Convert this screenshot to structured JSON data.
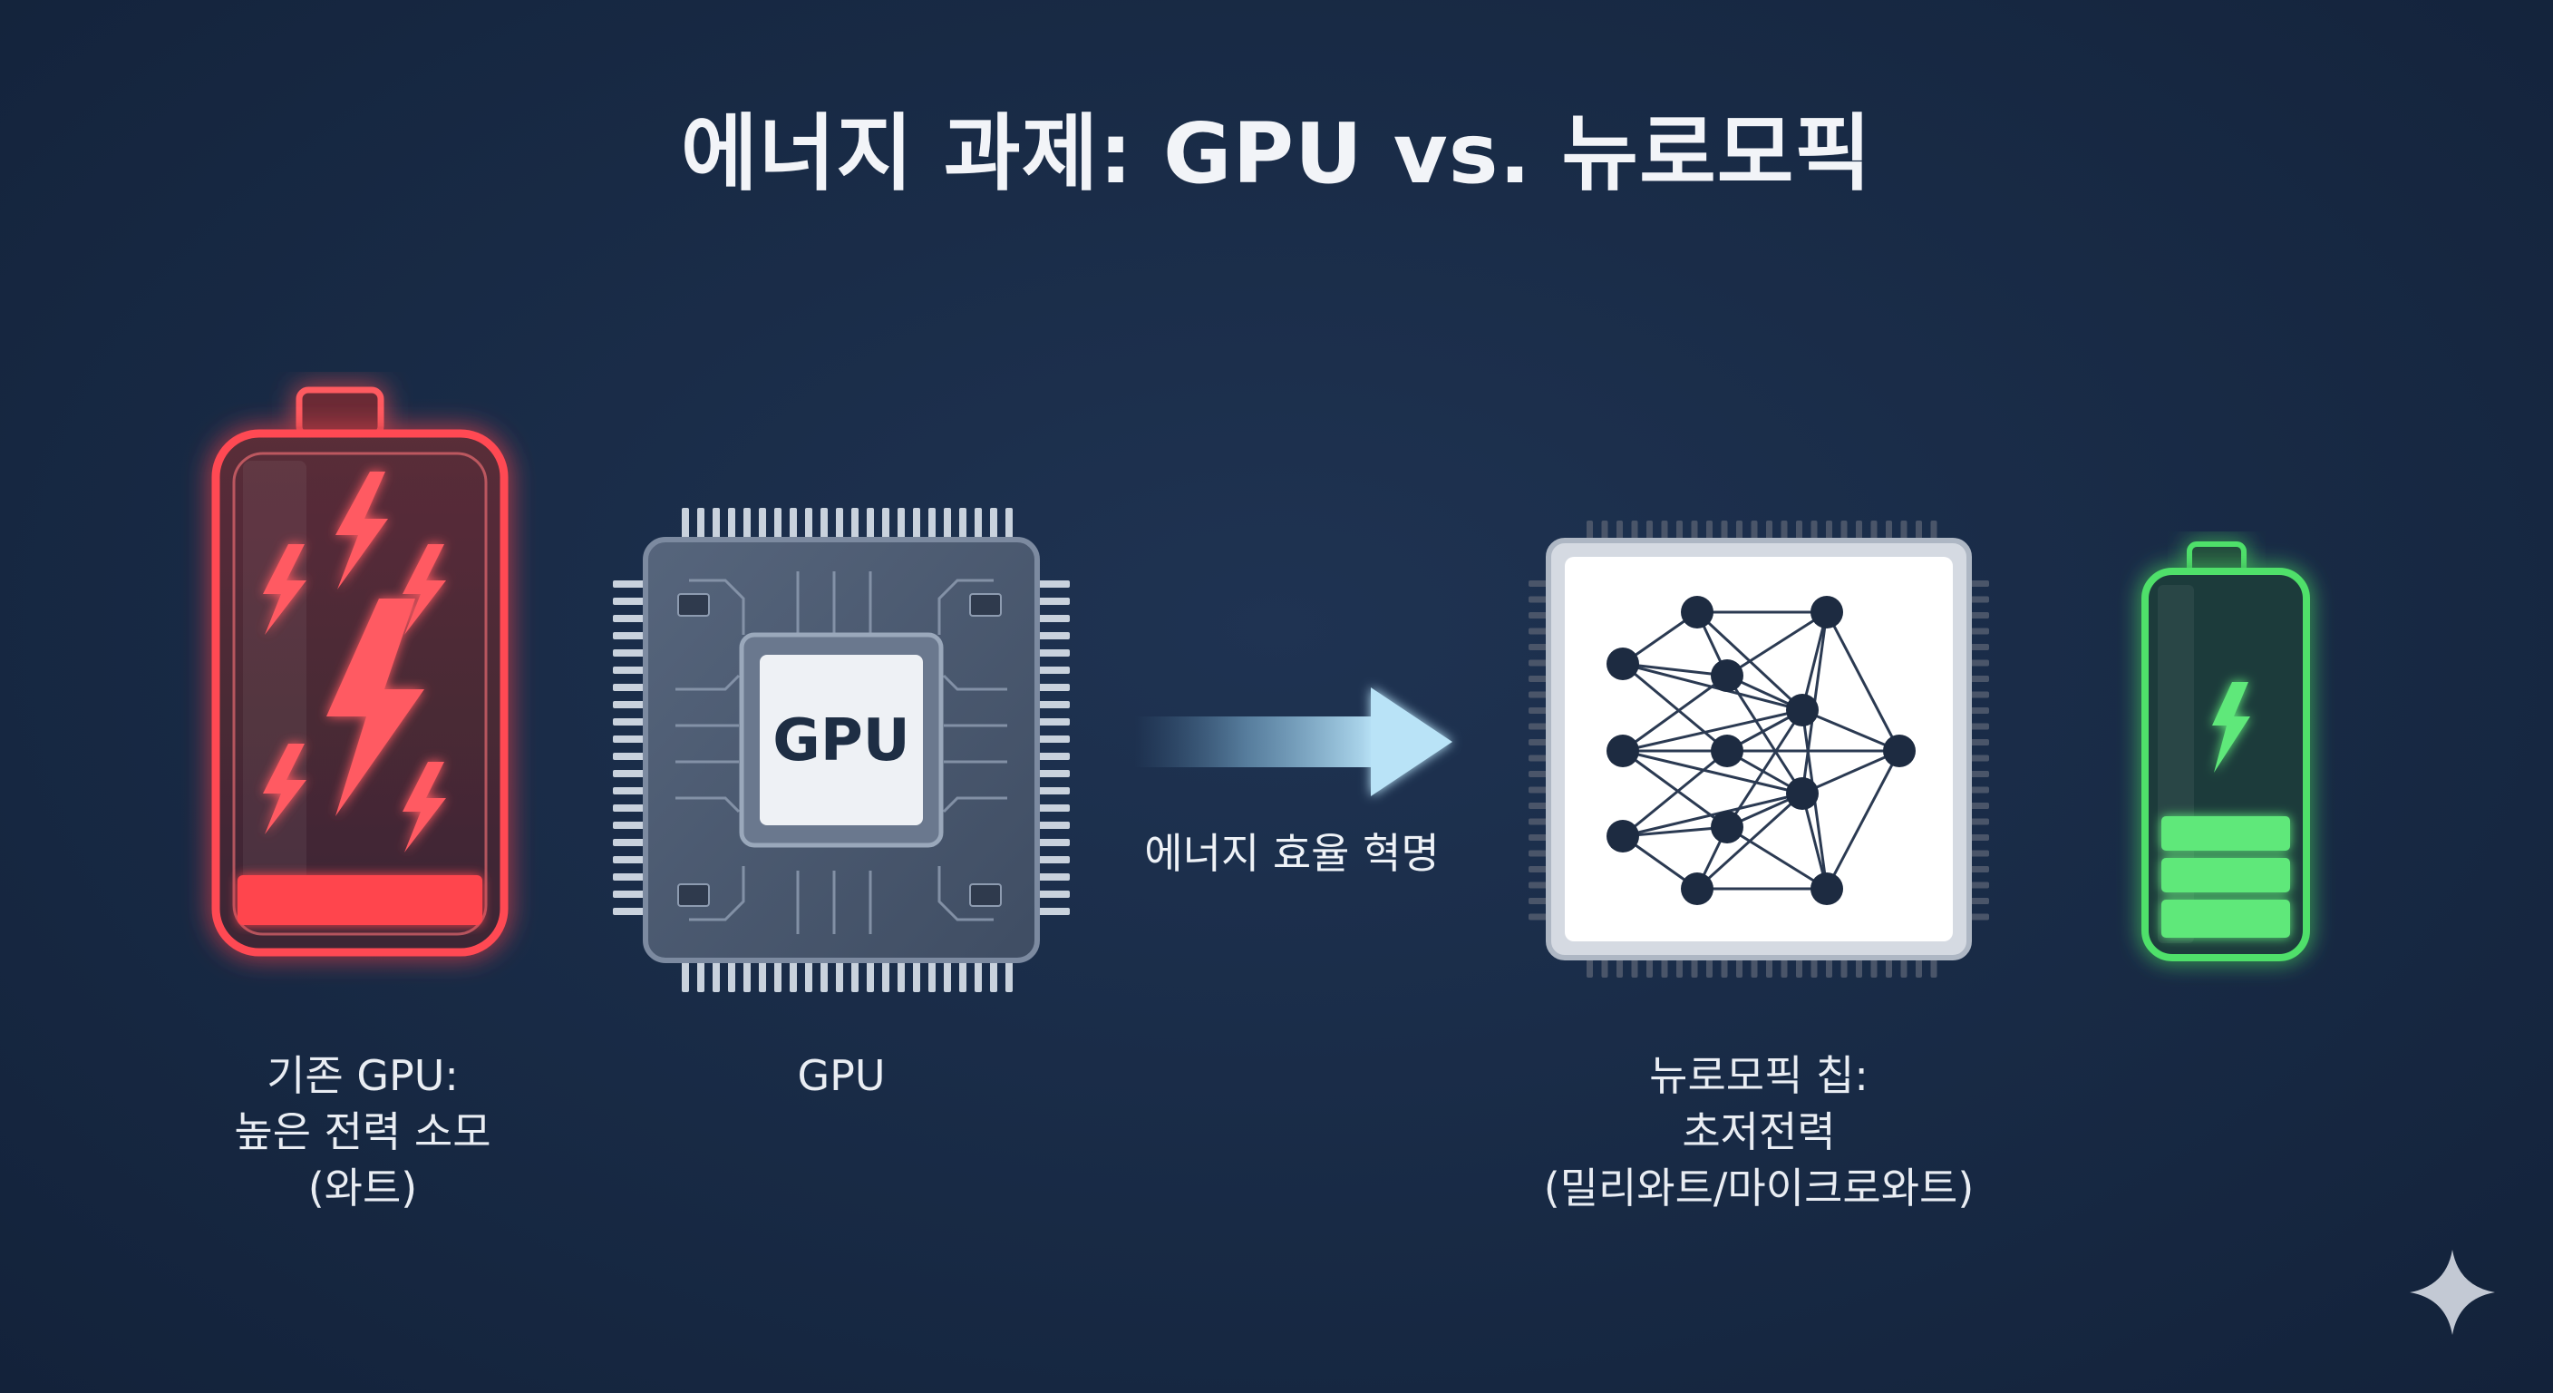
{
  "title": "에너지 과제: GPU vs. 뉴로모픽",
  "gpu_chip": {
    "label": "GPU"
  },
  "arrow": {
    "label": "에너지 효율 혁명"
  },
  "captions": {
    "left_battery": [
      "기존 GPU:",
      "높은 전력 소모",
      "(와트)"
    ],
    "gpu": [
      "GPU"
    ],
    "neuromorphic": [
      "뉴로모픽 칩:",
      "초저전력",
      "(밀리와트/마이크로와트)"
    ]
  },
  "icons": {
    "high_power_battery": "battery-high-drain-icon",
    "low_power_battery": "battery-low-drain-icon",
    "gpu_chip": "gpu-chip-icon",
    "neural_chip": "neural-network-chip-icon",
    "arrow": "arrow-right-icon",
    "sparkle": "sparkle-icon"
  },
  "colors": {
    "background": "#182a45",
    "high_power": "#ff4a52",
    "low_power": "#4fe06a",
    "arrow": "#a9d9f2",
    "chip": "#4a5a72"
  }
}
